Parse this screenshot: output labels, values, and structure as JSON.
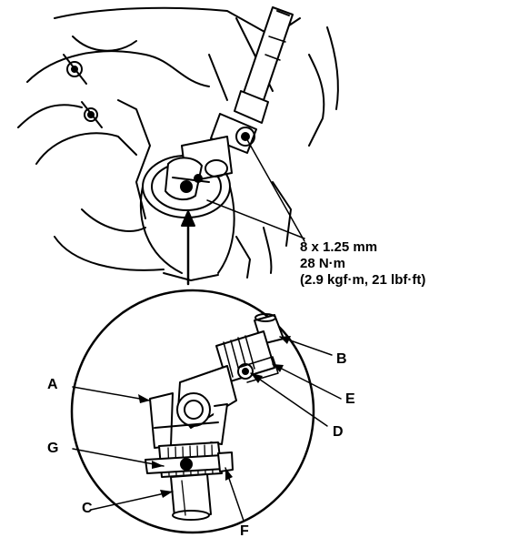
{
  "torque_spec": {
    "bolt_size": "8 x 1.25 mm",
    "torque_nm": "28 N·m",
    "torque_alt": "(2.9 kgf·m, 21 lbf·ft)"
  },
  "callouts": [
    "A",
    "B",
    "C",
    "D",
    "E",
    "F",
    "G"
  ],
  "colors": {
    "ink": "#000000",
    "paper": "#ffffff",
    "shade": "#d8d8d8"
  }
}
